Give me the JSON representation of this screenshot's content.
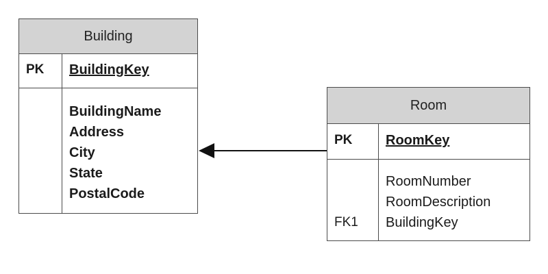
{
  "entities": {
    "building": {
      "title": "Building",
      "pk_label": "PK",
      "key": "BuildingKey",
      "attributes": [
        "BuildingName",
        "Address",
        "City",
        "State",
        "PostalCode"
      ]
    },
    "room": {
      "title": "Room",
      "pk_label": "PK",
      "key": "RoomKey",
      "attributes": [
        "RoomNumber",
        "RoomDescription",
        "BuildingKey"
      ],
      "fk_label": "FK1"
    }
  },
  "relationship": {
    "from": "Room",
    "to": "Building"
  },
  "colors": {
    "header_fill": "#d3d3d3",
    "border": "#4a4a4a",
    "arrow": "#111111"
  }
}
